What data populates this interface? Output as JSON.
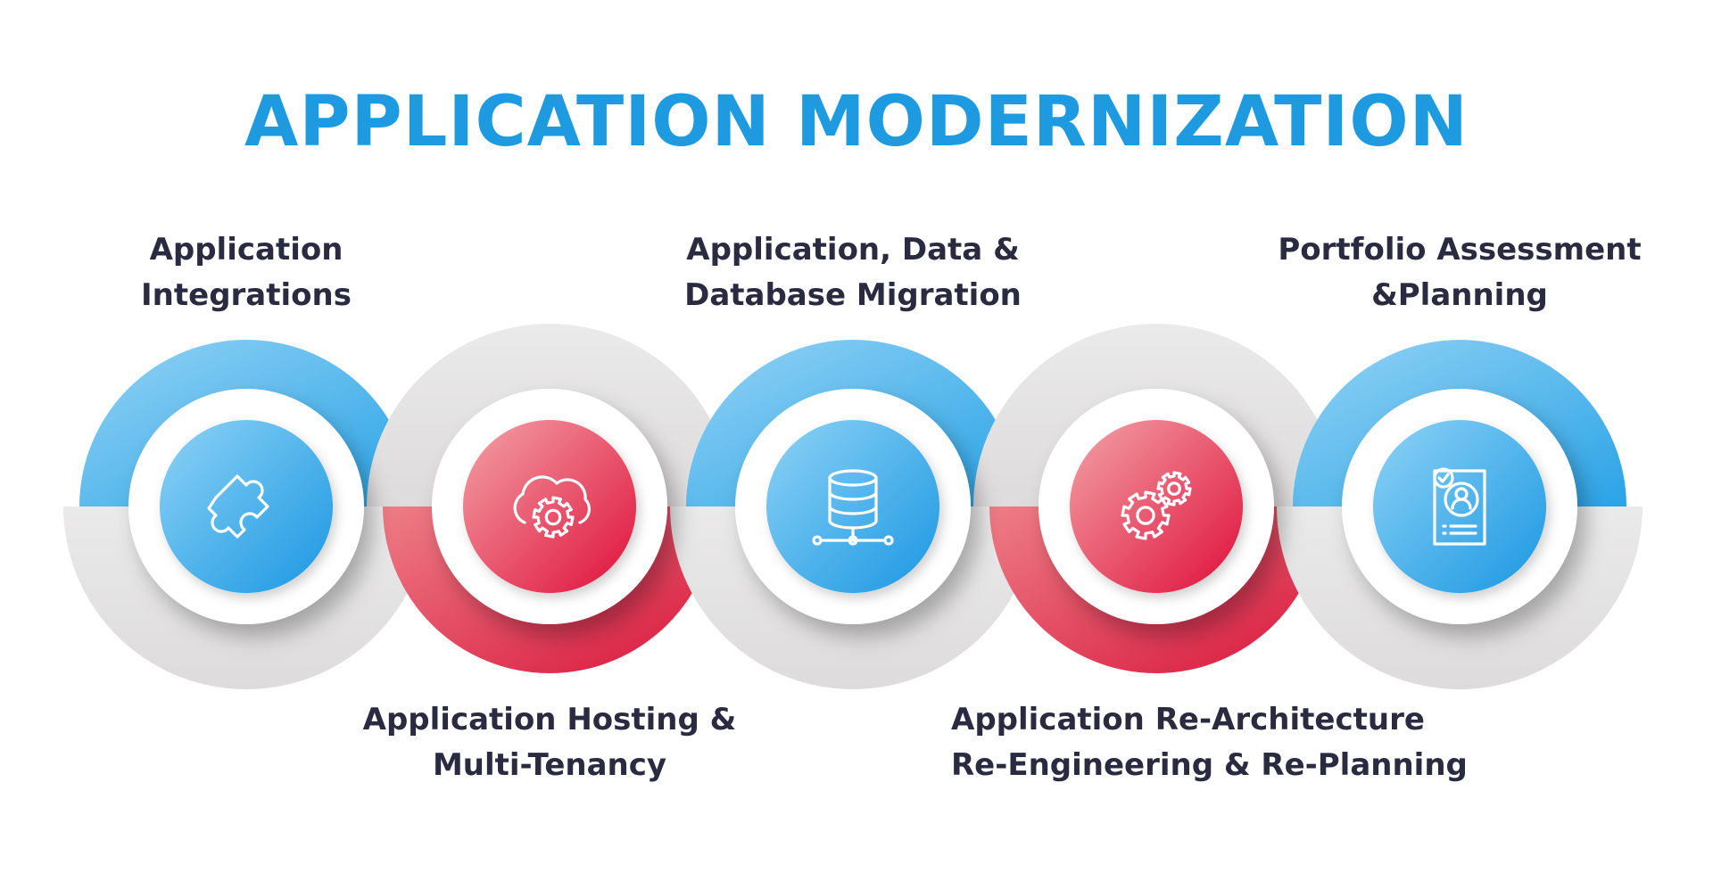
{
  "title": "APPLICATION MODERNIZATION",
  "colors": {
    "title": "#1e9be0",
    "label": "#2a2b40",
    "blue_light": "#8bd0f4",
    "blue_dark": "#1a9ae4",
    "red_light": "#f19a9e",
    "red_dark": "#e0143c",
    "gray": "#e4e2e2",
    "icon_stroke": "#ffffff"
  },
  "steps": [
    {
      "lines": [
        "Application",
        "Integrations"
      ],
      "icon": "puzzle-icon",
      "theme": "blue",
      "label_position": "top"
    },
    {
      "lines": [
        "Application Hosting &",
        "Multi-Tenancy"
      ],
      "icon": "cloud-gear-icon",
      "theme": "red",
      "label_position": "bottom"
    },
    {
      "lines": [
        "Application, Data &",
        "Database Migration"
      ],
      "icon": "database-icon",
      "theme": "blue",
      "label_position": "top"
    },
    {
      "lines": [
        "Application Re-Architecture",
        "Re-Engineering & Re-Planning"
      ],
      "icon": "gears-icon",
      "theme": "red",
      "label_position": "bottom"
    },
    {
      "lines": [
        "Portfolio Assessment",
        "&Planning"
      ],
      "icon": "profile-document-icon",
      "theme": "blue",
      "label_position": "top"
    }
  ]
}
